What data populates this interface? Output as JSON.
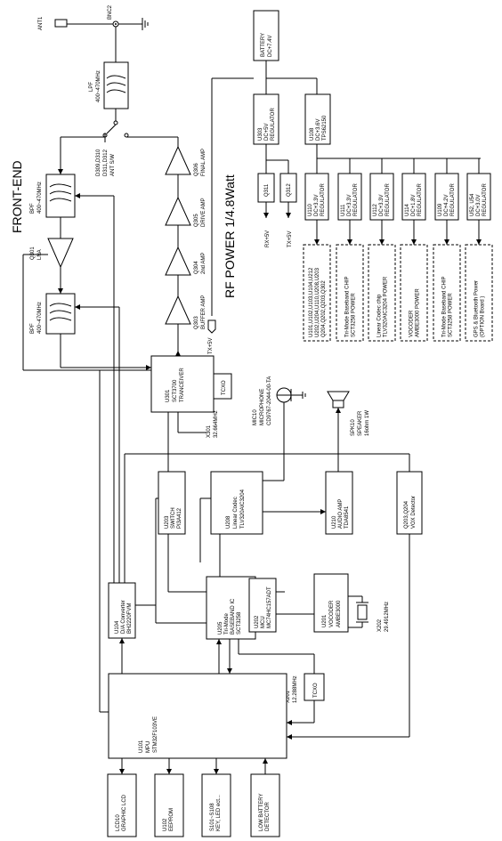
{
  "labels": {
    "ant1": "ANT1",
    "bnc2": "BNC2",
    "lpf": "LPF",
    "lpf_freq": "400~470MHz",
    "ant_sw": [
      "D309,D310",
      "D311,D312",
      "ANT S/W"
    ],
    "front_end": "FRONT-END",
    "bpf1": [
      "BPF",
      "400~470MHz"
    ],
    "lna": [
      "Q301",
      "LNA"
    ],
    "bpf2": [
      "BPF",
      "400~470MHz"
    ],
    "q306": [
      "Q306",
      "FINAL AMP"
    ],
    "q305": [
      "Q305",
      "DRIVE AMP"
    ],
    "q304": [
      "Q304",
      "2nd AMP"
    ],
    "q303": [
      "Q303",
      "BUFFER AMP"
    ],
    "tx5v": "TX+5V",
    "rf_power": "RF POWER 1/4.8Watt",
    "battery": [
      "BATTERY",
      "DC+7.4V"
    ],
    "u303": [
      "U303",
      "DC+5V",
      "REGULATOR"
    ],
    "u108": [
      "U108",
      "DC+3.6V",
      "TPS62150"
    ],
    "q311": "Q311",
    "q312": "Q312",
    "rx5v": "RX+5V",
    "tx5v2": "TX+5V",
    "regs": [
      [
        "U110",
        "DC+3.3V",
        "REGULATOR"
      ],
      [
        "U111",
        "DC+3.3V",
        "REGULATOR"
      ],
      [
        "U112",
        "DC+3.3V",
        "REGULATOR"
      ],
      [
        "U114",
        "DC+1.8V",
        "REGULATOR"
      ],
      [
        "U109",
        "DC+4.2V",
        "REGULATOR"
      ],
      [
        "U52, U54",
        "DC+3.0V",
        "REGULATOR"
      ]
    ],
    "loads": [
      [
        "U101,U102,U103,U104,U212",
        "U202,U204,U110,U208,U203",
        "Q204,Q202,Q203,Q302"
      ],
      [
        "Tri-Mode Baseband CHIP",
        "SCT3258 POWER"
      ],
      [
        "Linear Codec chip",
        "TLV320AIC3204 POWER"
      ],
      [
        "VOCODER",
        "AMBE3000 POWER"
      ],
      [
        "Tri-Mode Baseband CHIP",
        "SCT3258 POWER"
      ],
      [
        "GPS & Bluetooth Power",
        "(OPTION Board )"
      ]
    ],
    "u301": [
      "U301",
      "SCT3700",
      "TRANCEIVER"
    ],
    "tcxo1": "TCXO",
    "x301": [
      "X301",
      "32.664MHz"
    ],
    "mic": [
      "MIC10",
      "MICROPHONE",
      "CD9767-2044-00-TA"
    ],
    "spk": [
      "SPK10",
      "SPEAKER",
      "16ohm 1W"
    ],
    "u203": [
      "U203",
      "SWITCH",
      "PI3A412"
    ],
    "u208": [
      "U208",
      "Linear Codec",
      "TLV320AIC3204"
    ],
    "u210": [
      "U210",
      "AUDIO AMP",
      "TDA8541"
    ],
    "q203": [
      "Q203,Q204",
      "VOX Detector"
    ],
    "u104": [
      "U104",
      "D/A Converter",
      "BH2220FVM"
    ],
    "u205": [
      "U205",
      "Tri-Mode",
      "BASEBAND IC",
      "SCT3258"
    ],
    "u202": [
      "U202",
      "MCU",
      "MC74HC157ADT"
    ],
    "u201": [
      "U201",
      "VOCODER",
      "AMBE3000"
    ],
    "x202": [
      "X202",
      "29.4912MHz"
    ],
    "x201": [
      "X201",
      "12.288MHz"
    ],
    "tcxo2": "TCXO",
    "u101": [
      "U101",
      "MPU",
      "STM32F103VE"
    ],
    "bottom": [
      [
        "LCD10",
        "GRAPHIC LCD"
      ],
      [
        "U102",
        "EEPROM"
      ],
      [
        "S101~S108",
        "KEY, LED ect..."
      ],
      [
        "LOW BATTERY",
        "DETECTOR"
      ]
    ]
  }
}
